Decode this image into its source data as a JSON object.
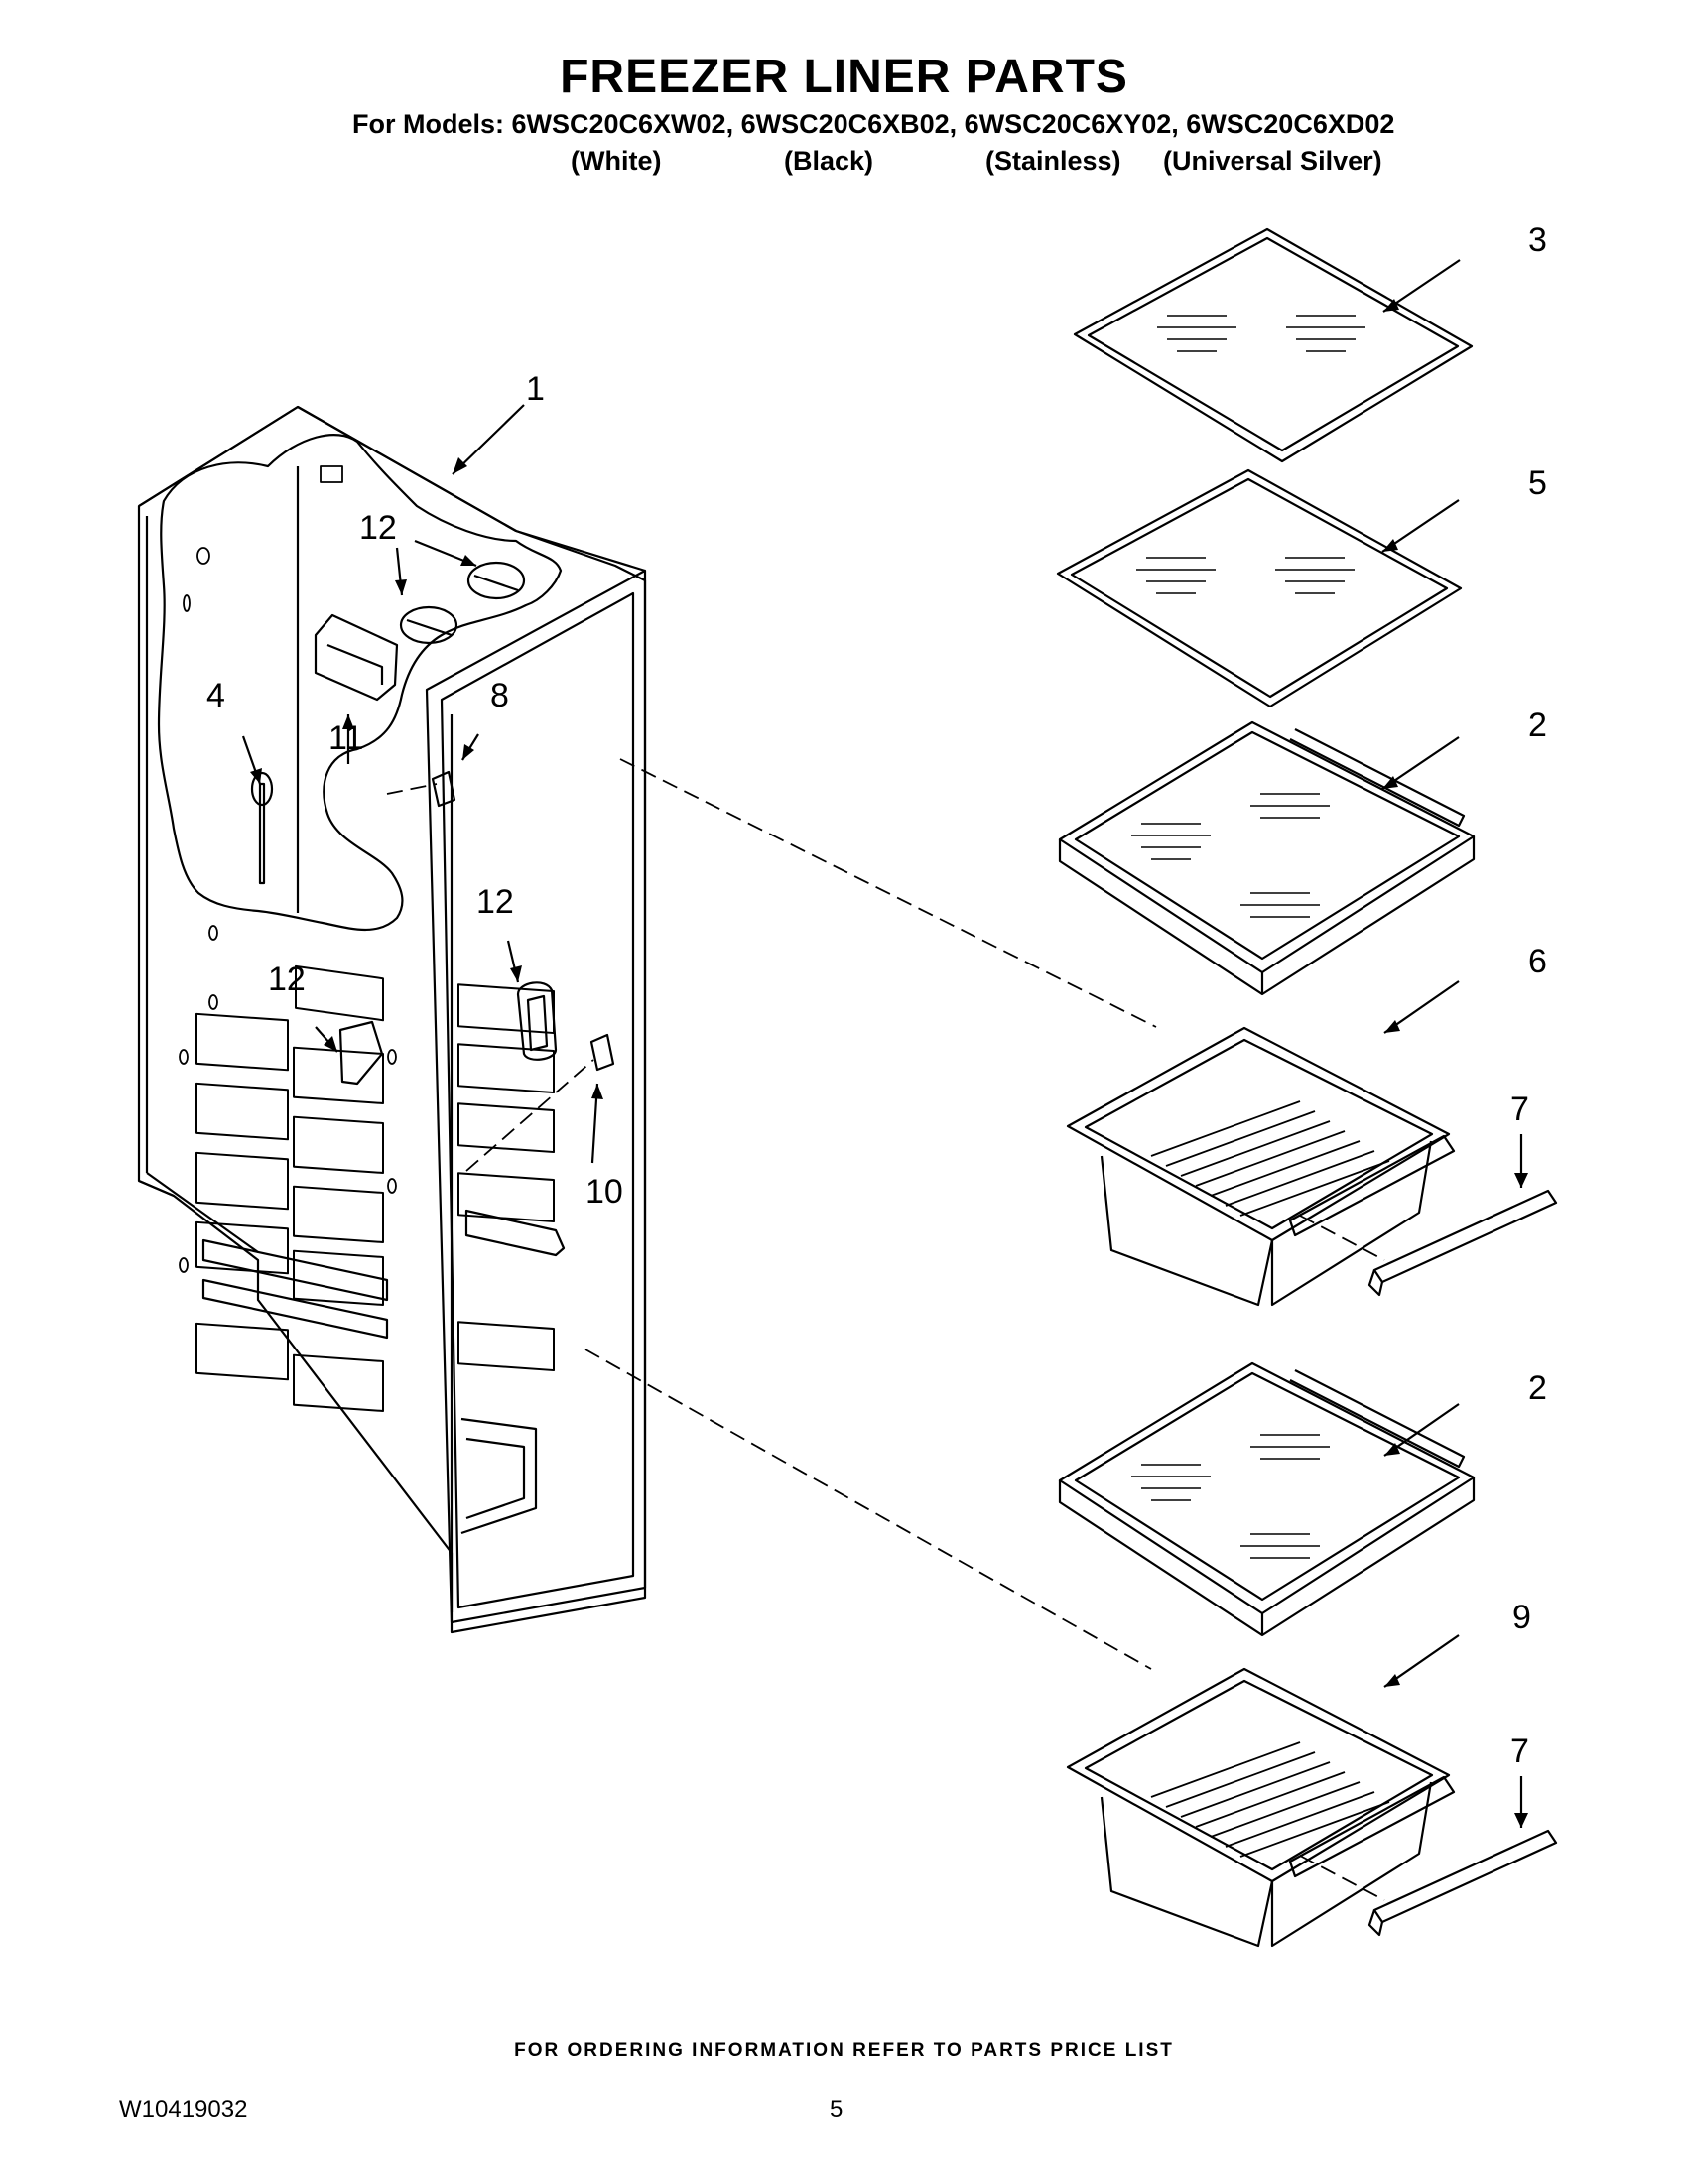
{
  "header": {
    "title": "FREEZER LINER PARTS",
    "models_line": "For Models: 6WSC20C6XW02, 6WSC20C6XB02, 6WSC20C6XY02, 6WSC20C6XD02",
    "variants": [
      "(White)",
      "(Black)",
      "(Stainless)",
      "(Universal Silver)"
    ]
  },
  "callouts": [
    "1",
    "2",
    "2",
    "3",
    "4",
    "5",
    "6",
    "7",
    "7",
    "8",
    "9",
    "10",
    "11",
    "12",
    "12",
    "12"
  ],
  "footer": {
    "note": "FOR ORDERING INFORMATION REFER TO PARTS PRICE LIST",
    "doc_number": "W10419032",
    "page_number": "5"
  }
}
